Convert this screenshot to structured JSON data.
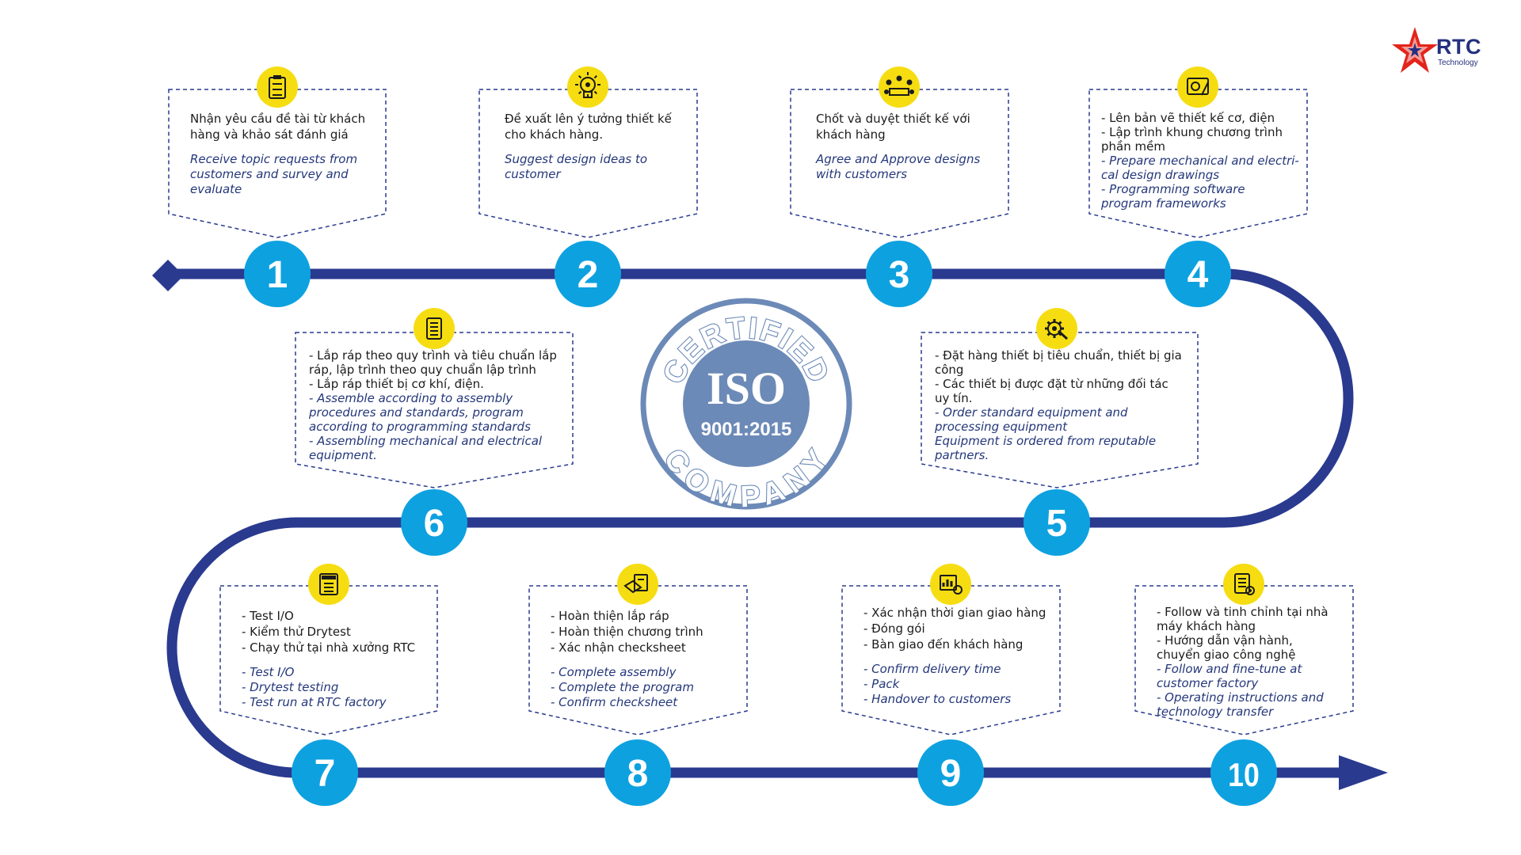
{
  "brand": {
    "name": "RTC",
    "sub": "Technology"
  },
  "seal": {
    "top": "CERTIFIED",
    "main": "ISO",
    "standard": "9001:2015",
    "bottom": "COMPANY"
  },
  "colors": {
    "track": "#2a3a8f",
    "node": "#0ea1e0",
    "icon_bg": "#f6dd12",
    "seal": "#6c8ab7",
    "text_en": "#24377a"
  },
  "steps": [
    {
      "number": "1",
      "icon": "clipboard-checklist-icon",
      "vi": [
        "Nhận yêu cầu đề tài từ khách",
        "hàng và khảo sát đánh giá"
      ],
      "en": [
        "Receive topic requests from",
        "customers and survey and",
        "evaluate"
      ]
    },
    {
      "number": "2",
      "icon": "lightbulb-gear-icon",
      "vi": [
        "Đề xuất lên ý tưởng thiết kế",
        "cho khách hàng."
      ],
      "en": [
        "Suggest design ideas to",
        "customer"
      ]
    },
    {
      "number": "3",
      "icon": "team-meeting-icon",
      "vi": [
        "Chốt và duyệt thiết kế với",
        "khách hàng"
      ],
      "en": [
        "Agree and Approve designs",
        "with customers"
      ]
    },
    {
      "number": "4",
      "icon": "blueprint-drawing-icon",
      "vi": [
        "- Lên bản vẽ thiết kế cơ, điện",
        "- Lập trình khung chương trình",
        "phần mềm"
      ],
      "en": [
        "- Prepare mechanical and electri-",
        "cal design drawings",
        "- Programming software",
        "program frameworks"
      ]
    },
    {
      "number": "5",
      "icon": "gear-wrench-icon",
      "vi": [
        "- Đặt hàng thiết bị tiêu chuẩn, thiết bị gia",
        "công",
        "- Các thiết bị được đặt từ những đối tác",
        "uy tín."
      ],
      "en": [
        "- Order standard equipment and",
        "processing equipment",
        "Equipment is ordered from reputable",
        "partners."
      ]
    },
    {
      "number": "6",
      "icon": "document-assembly-icon",
      "vi": [
        "- Lắp ráp theo quy trình và tiêu chuẩn lắp",
        "ráp, lập trình theo quy chuẩn lập trình",
        "- Lắp ráp thiết bị cơ khí, điện."
      ],
      "en": [
        "- Assemble according to assembly",
        "procedures and standards, program",
        "according to programming standards",
        "- Assembling mechanical and electrical",
        "equipment."
      ]
    },
    {
      "number": "7",
      "icon": "test-checklist-icon",
      "vi": [
        "- Test I/O",
        "- Kiểm thử Drytest",
        "- Chạy thử tại nhà xưởng RTC"
      ],
      "en": [
        "- Test I/O",
        "- Drytest testing",
        "- Test run at RTC factory"
      ]
    },
    {
      "number": "8",
      "icon": "handshake-document-icon",
      "vi": [
        "- Hoàn thiện lắp ráp",
        "- Hoàn thiện chương trình",
        "- Xác nhận checksheet"
      ],
      "en": [
        "- Complete assembly",
        "- Complete the program",
        "- Confirm checksheet"
      ]
    },
    {
      "number": "9",
      "icon": "delivery-chart-icon",
      "vi": [
        "- Xác nhận thời gian giao hàng",
        "- Đóng gói",
        "- Bàn giao đến khách hàng"
      ],
      "en": [
        "- Confirm delivery time",
        "- Pack",
        "- Handover to customers"
      ]
    },
    {
      "number": "10",
      "icon": "document-gear-icon",
      "vi": [
        "- Follow và tinh chỉnh tại nhà",
        "máy khách hàng",
        "- Hướng dẫn vận hành,",
        "chuyển giao công nghệ"
      ],
      "en": [
        "- Follow and fine-tune at",
        "customer factory",
        "- Operating instructions and",
        "technology transfer"
      ]
    }
  ]
}
